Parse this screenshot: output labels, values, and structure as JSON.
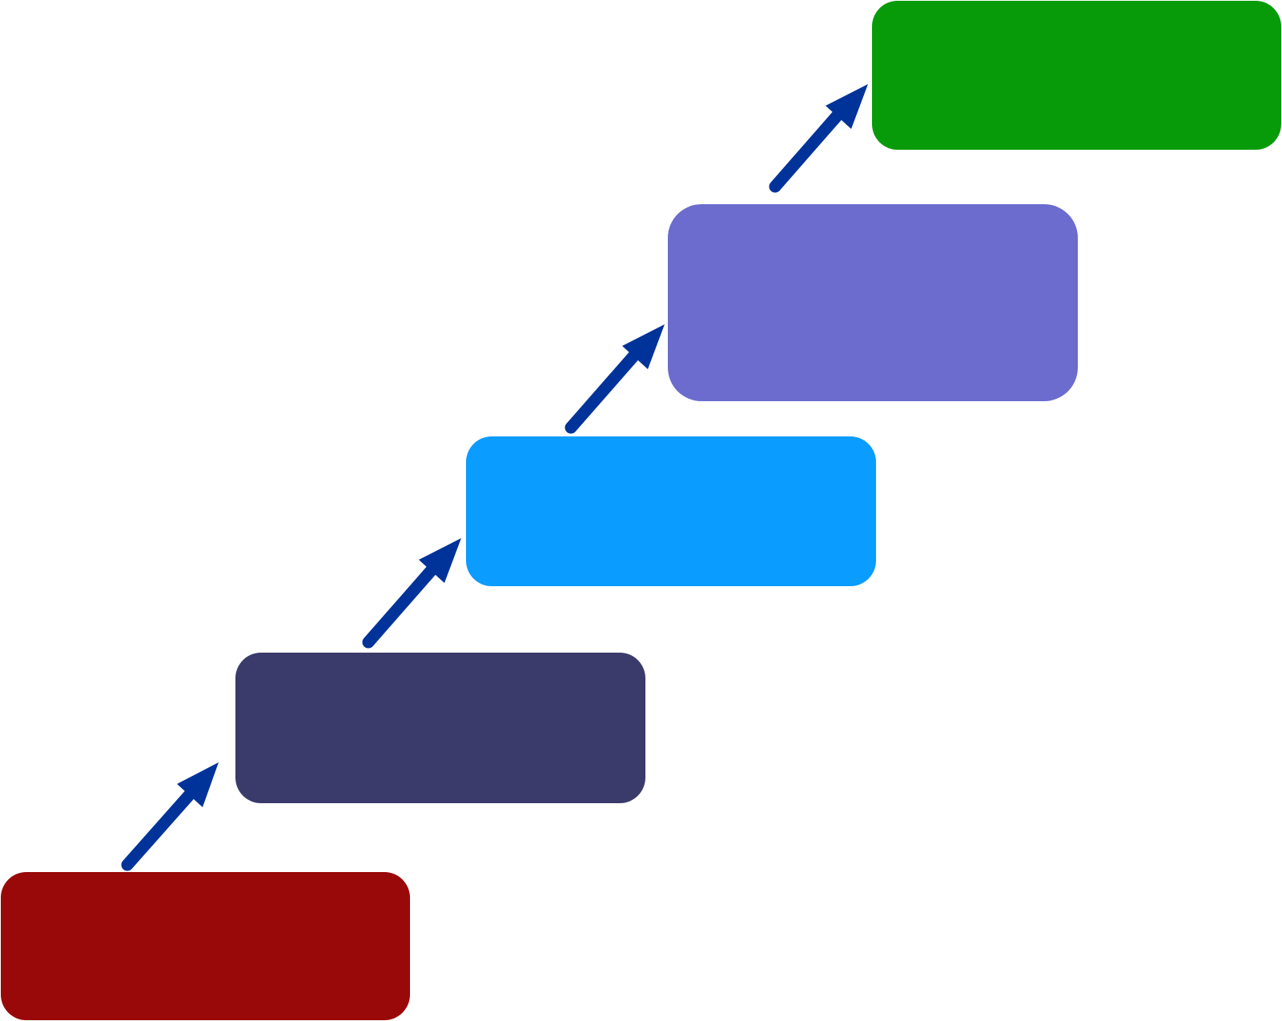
{
  "diagram": {
    "steps": [
      {
        "id": "step-1",
        "label": "",
        "color": "#990909"
      },
      {
        "id": "step-2",
        "label": "",
        "color": "#3a3a6b"
      },
      {
        "id": "step-3",
        "label": "",
        "color": "#0a9cff"
      },
      {
        "id": "step-4",
        "label": "",
        "color": "#6b6ccd"
      },
      {
        "id": "step-5",
        "label": "",
        "color": "#089b09"
      }
    ],
    "arrow_color": "#003399"
  }
}
